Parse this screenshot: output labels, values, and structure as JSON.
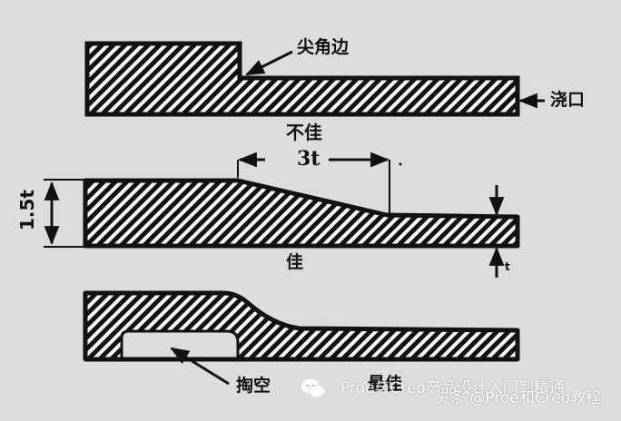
{
  "figures": [
    {
      "id": "poor",
      "caption": "不佳",
      "callouts": [
        {
          "text": "尖角边",
          "target": "sharp-corner"
        },
        {
          "text": "浇口",
          "target": "gate"
        }
      ]
    },
    {
      "id": "good",
      "caption": "佳",
      "dimensions": {
        "left_thickness": "1.5t",
        "taper_length": "3t",
        "right_thickness": "t"
      }
    },
    {
      "id": "best",
      "caption": "最佳",
      "callouts": [
        {
          "text": "掏空",
          "target": "hollow-pocket"
        }
      ]
    }
  ],
  "watermarks": {
    "line1": "Proe与Creo产品设计入门到精通",
    "line2": "头条 @Proe和Creo教程"
  },
  "colors": {
    "background": "#dcdcdc",
    "ink": "#111111",
    "hatch_fill": "#ffffff"
  }
}
